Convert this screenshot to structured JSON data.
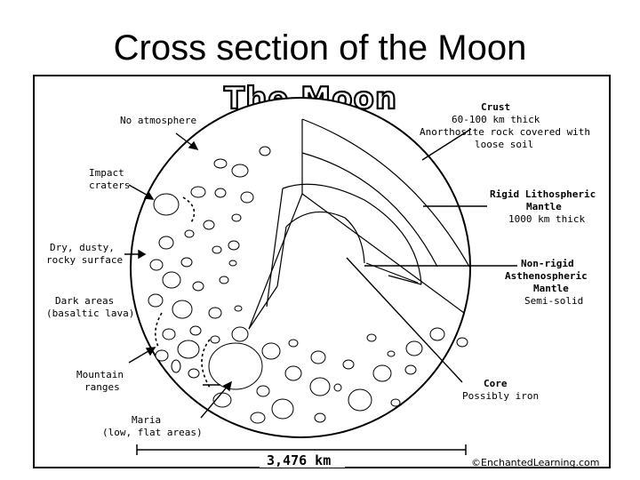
{
  "slide_title": "Cross section of the Moon",
  "diagram": {
    "heading": "The Moon",
    "labels": {
      "no_atmosphere": "No atmosphere",
      "impact_craters": [
        "Impact",
        "craters"
      ],
      "rocky_surface": [
        "Dry, dusty,",
        "rocky surface"
      ],
      "dark_areas": [
        "Dark areas",
        "(basaltic lava)"
      ],
      "mountain_ranges": [
        "Mountain",
        "ranges"
      ],
      "maria": [
        "Maria",
        "(low, flat areas)"
      ],
      "crust": {
        "title": "Crust",
        "lines": [
          "60-100 km thick",
          "Anorthosite rock covered with",
          "loose soil"
        ]
      },
      "lithospheric_mantle": {
        "title": [
          "Rigid Lithospheric",
          "Mantle"
        ],
        "lines": [
          "1000 km thick"
        ]
      },
      "asthenospheric_mantle": {
        "title": [
          "Non-rigid",
          "Asthenospheric",
          "Mantle"
        ],
        "lines": [
          "Semi-solid"
        ]
      },
      "core": {
        "title": "Core",
        "lines": [
          "Possibly iron"
        ]
      }
    },
    "diameter": "3,476 km",
    "credit": "©EnchantedLearning.com"
  }
}
